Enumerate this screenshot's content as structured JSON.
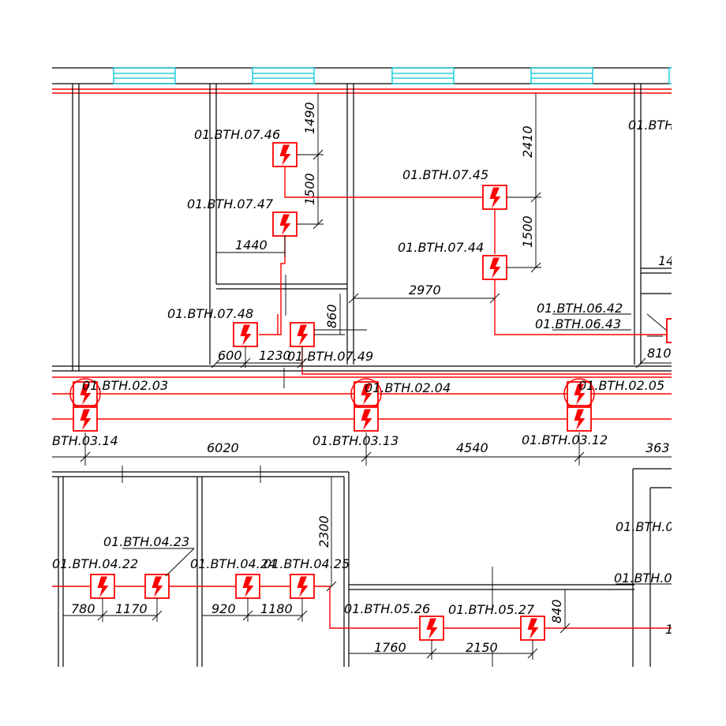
{
  "drawing": {
    "colors": {
      "cable": "#ff0000",
      "walls": "#000000",
      "windows": "#00c8d8",
      "background": "#ffffff"
    },
    "icons": {
      "outlet_symbol": "lightning-bolt-in-square-icon",
      "cable_tray_marker": "circle-icon"
    },
    "labels": [
      {
        "id": "l-07-46",
        "text": "01.BTH.07.46"
      },
      {
        "id": "l-07-47",
        "text": "01.BTH.07.47"
      },
      {
        "id": "l-07-45",
        "text": "01.BTH.07.45"
      },
      {
        "id": "l-07-44",
        "text": "01.BTH.07.44"
      },
      {
        "id": "l-07-48",
        "text": "01.BTH.07.48"
      },
      {
        "id": "l-07-49",
        "text": "01.BTH.07.49"
      },
      {
        "id": "l-06-42",
        "text": "01.BTH.06.42"
      },
      {
        "id": "l-06-43",
        "text": "01.BTH.06.43"
      },
      {
        "id": "l-cut-tr",
        "text": "01.BTH"
      },
      {
        "id": "l-02-03",
        "text": "01.BTH.02.03"
      },
      {
        "id": "l-02-04",
        "text": "01.BTH.02.04"
      },
      {
        "id": "l-02-05",
        "text": "01.BTH.02.05"
      },
      {
        "id": "l-03-14",
        "text": "BTH.03.14"
      },
      {
        "id": "l-03-13",
        "text": "01.BTH.03.13"
      },
      {
        "id": "l-03-12",
        "text": "01.BTH.03.12"
      },
      {
        "id": "l-04-23",
        "text": "01.BTH.04.23"
      },
      {
        "id": "l-04-22",
        "text": "01.BTH.04.22"
      },
      {
        "id": "l-04-24",
        "text": "01.BTH.04.24"
      },
      {
        "id": "l-04-25",
        "text": "01.BTH.04.25"
      },
      {
        "id": "l-05-26",
        "text": "01.BTH.05.26"
      },
      {
        "id": "l-05-27",
        "text": "01.BTH.05.27"
      },
      {
        "id": "l-cut-r1",
        "text": "01.BTH.0"
      },
      {
        "id": "l-cut-r2",
        "text": "01.BTH.0"
      }
    ],
    "dimensions": [
      {
        "id": "d-1490",
        "text": "1490"
      },
      {
        "id": "d-1500a",
        "text": "1500"
      },
      {
        "id": "d-2410",
        "text": "2410"
      },
      {
        "id": "d-1500b",
        "text": "1500"
      },
      {
        "id": "d-1440",
        "text": "1440"
      },
      {
        "id": "d-2970",
        "text": "2970"
      },
      {
        "id": "d-860",
        "text": "860"
      },
      {
        "id": "d-600",
        "text": "600"
      },
      {
        "id": "d-1230",
        "text": "1230"
      },
      {
        "id": "d-14",
        "text": "14"
      },
      {
        "id": "d-810",
        "text": "810"
      },
      {
        "id": "d-6020",
        "text": "6020"
      },
      {
        "id": "d-4540",
        "text": "4540"
      },
      {
        "id": "d-363",
        "text": "363"
      },
      {
        "id": "d-2300",
        "text": "2300"
      },
      {
        "id": "d-780",
        "text": "780"
      },
      {
        "id": "d-1170",
        "text": "1170"
      },
      {
        "id": "d-920",
        "text": "920"
      },
      {
        "id": "d-1180",
        "text": "1180"
      },
      {
        "id": "d-840",
        "text": "840"
      },
      {
        "id": "d-1760",
        "text": "1760"
      },
      {
        "id": "d-2150",
        "text": "2150"
      },
      {
        "id": "d-1-cut",
        "text": "1"
      }
    ]
  }
}
